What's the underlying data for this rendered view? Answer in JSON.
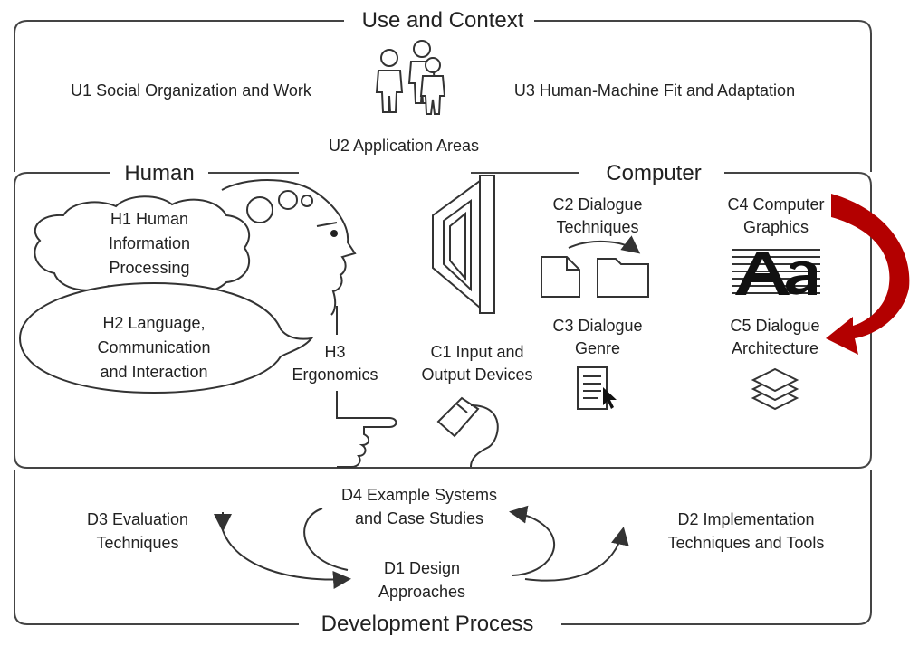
{
  "sections": {
    "use": "Use and Context",
    "human": "Human",
    "computer": "Computer",
    "development": "Development Process"
  },
  "use": {
    "u1": "U1 Social Organization and Work",
    "u2": "U2 Application Areas",
    "u3": "U3 Human-Machine Fit and Adaptation"
  },
  "human": {
    "h1": [
      "H1 Human",
      "Information",
      "Processing"
    ],
    "h2": [
      "H2 Language,",
      "Communication",
      "and Interaction"
    ],
    "h3": [
      "H3",
      "Ergonomics"
    ]
  },
  "computer": {
    "c1": [
      "C1 Input and",
      "Output Devices"
    ],
    "c2": [
      "C2 Dialogue",
      "Techniques"
    ],
    "c3": [
      "C3 Dialogue",
      "Genre"
    ],
    "c4": [
      "C4 Computer",
      "Graphics"
    ],
    "c5": [
      "C5 Dialogue",
      "Architecture"
    ]
  },
  "development": {
    "d1": [
      "D1 Design",
      "Approaches"
    ],
    "d2": [
      "D2 Implementation",
      "Techniques and Tools"
    ],
    "d3": [
      "D3 Evaluation",
      "Techniques"
    ],
    "d4": [
      "D4 Example Systems",
      "and Case Studies"
    ]
  },
  "colors": {
    "highlight_arrow": "#b30000",
    "line": "#333333"
  },
  "icons": [
    "people-icon",
    "head-icon",
    "hand-icon",
    "monitor-icon",
    "mouse-icon",
    "files-icon",
    "document-icon",
    "graphics-icon",
    "layers-icon"
  ]
}
